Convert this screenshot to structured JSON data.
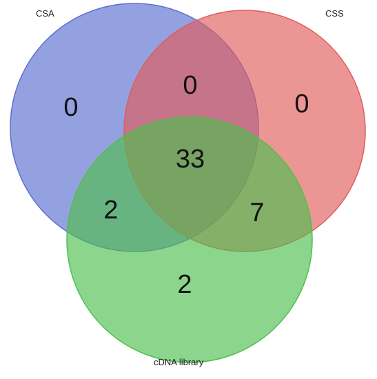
{
  "sets": [
    {
      "key": "csa",
      "label": "CSA",
      "color": "#5b6fd0"
    },
    {
      "key": "css",
      "label": "CSS",
      "color": "#e05c5c"
    },
    {
      "key": "cdna",
      "label": "cDNA library",
      "color": "#4fbf4f"
    }
  ],
  "regions": {
    "csa_only": "0",
    "css_only": "0",
    "cdna_only": "2",
    "csa_css": "0",
    "csa_cdna": "2",
    "css_cdna": "7",
    "all_three": "33"
  }
}
